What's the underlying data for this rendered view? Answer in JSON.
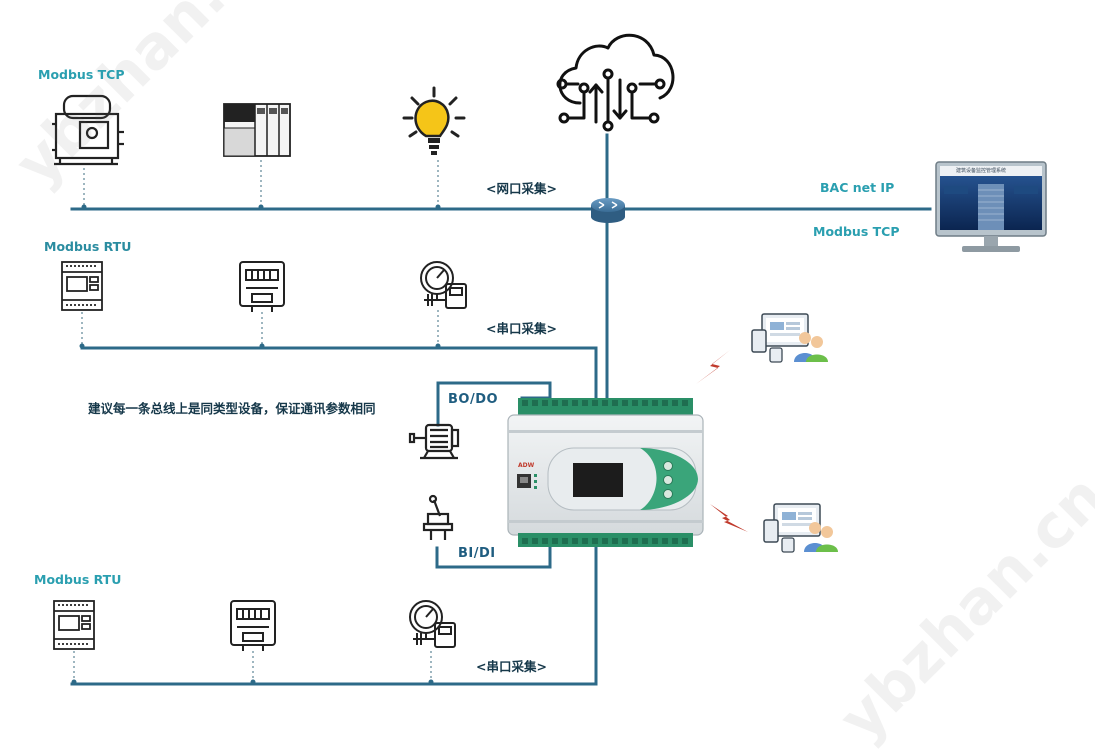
{
  "labels": {
    "modbus_tcp_left": "Modbus TCP",
    "modbus_rtu_1": "Modbus RTU",
    "modbus_rtu_2": "Modbus RTU",
    "network_bus": "<网口采集>",
    "serial_bus_1": "<串口采集>",
    "serial_bus_2": "<串口采集>",
    "bacnet_ip": "BAC net IP",
    "modbus_tcp_right": "Modbus TCP",
    "advice": "建议每一条总线上是同类型设备，保证通讯参数相同",
    "bo_do": "BO/DO",
    "bi_di": "BI/DI"
  },
  "monitor_title": "建筑设备监控管理系统",
  "controller_brand": "ADW",
  "watermark": "ybzhan.cn",
  "colors": {
    "bus_line": "#2d6a88",
    "protocol_text": "#2a9fb0",
    "label_text": "#16384a",
    "controller_accent": "#3aa57a",
    "router": "#4a7fa8",
    "lightning": "#c0392b",
    "bulb": "#f5c518"
  },
  "icons": {
    "compressor": "compressor-icon",
    "plc": "plc-rack-icon",
    "bulb": "light-bulb-icon",
    "cloud": "cloud-network-icon",
    "router": "router-icon",
    "monitor": "monitor-icon",
    "din_meter": "din-rail-meter-icon",
    "energy_meter": "energy-meter-icon",
    "gauge": "pressure-gauge-icon",
    "motor": "motor-icon",
    "switch": "toggle-switch-icon",
    "mobile_users": "mobile-users-icon",
    "lightning": "lightning-icon"
  }
}
